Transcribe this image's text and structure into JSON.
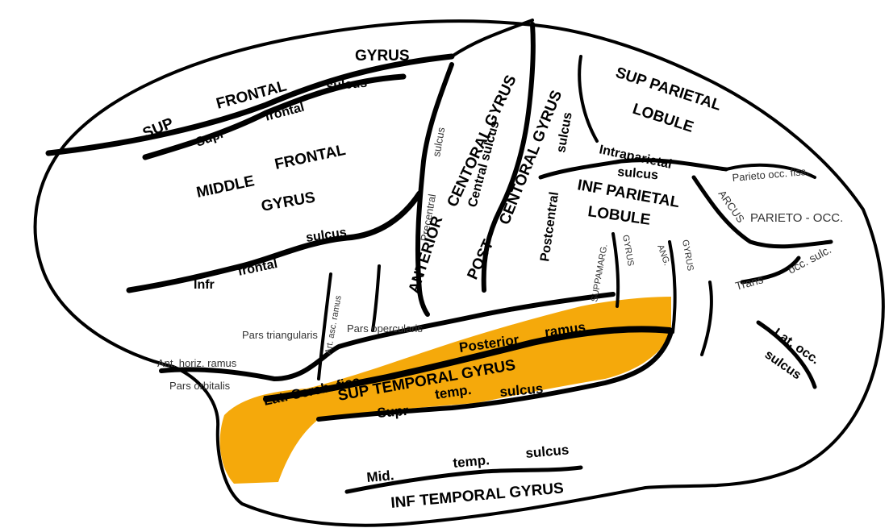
{
  "colors": {
    "highlight": "#f5a90b",
    "outline": "#000000",
    "background": "#ffffff"
  },
  "labels": {
    "gyrus_top": "GYRUS",
    "sup": "SUP",
    "frontal_top": "FRONTAL",
    "supr": "Supr",
    "frontal_lc": "frontal",
    "sulcus_sup": "sulcus",
    "middle": "MIDDLE",
    "frontal_mid": "FRONTAL",
    "gyrus_mid": "GYRUS",
    "infr": "Infr",
    "frontal_inf": "frontal",
    "sulcus_inf": "sulcus",
    "sulcus_vert": "sulcus",
    "centoral_gyrus_1": "CENTORAL GYRUS",
    "central_sulcus": "Central sulcus",
    "centoral_gyrus_2": "CENTORAL GYRUS",
    "sulcus_postc": "sulcus",
    "precentral": "Precentral",
    "anterior": "ANTERIOR",
    "post": "POST",
    "postcentral": "Postcentral",
    "sup_parietal": "SUP PARIETAL",
    "lobule_1": "LOBULE",
    "intraparietal": "Intraparietal",
    "sulcus_ip": "sulcus",
    "inf_parietal": "INF PARIETAL",
    "lobule_2": "LOBULE",
    "parieto_occ_fiss": "Parieto occ. fiss.",
    "arcus": "ARCUS",
    "parieto_occ": "PARIETO - OCC.",
    "suppramarg": "SUPPAMARG.",
    "gyrus_sm": "GYRUS",
    "ang": "ANG.",
    "gyrus_ang": "GYRUS",
    "trans": "Trans",
    "occ_sulc": "occ. sulc.",
    "lat_occ": "Lat. occ.",
    "sulcus_latocc": "sulcus",
    "pars_triangularis": "Pars triangularis",
    "art_asc_ramus": "Art. asc. ramus",
    "pars_opercularis": "Pars opercularis",
    "ant_horiz_ramus": "Ant. horiz. ramus",
    "pars_orbitalis": "Pars orbitalis",
    "posterior": "Posterior",
    "ramus": "ramus",
    "lat_cereb_fiss": "Lat. Cereb. fiss.",
    "sup_temporal_gyrus": "SUP TEMPORAL GYRUS",
    "temp_sup": "temp.",
    "sulcus_temp": "sulcus",
    "supr_temp": "Supr",
    "mid": "Mid.",
    "temp_mid": "temp.",
    "sulcus_mid": "sulcus",
    "inf_temporal_gyrus": "INF TEMPORAL GYRUS"
  }
}
